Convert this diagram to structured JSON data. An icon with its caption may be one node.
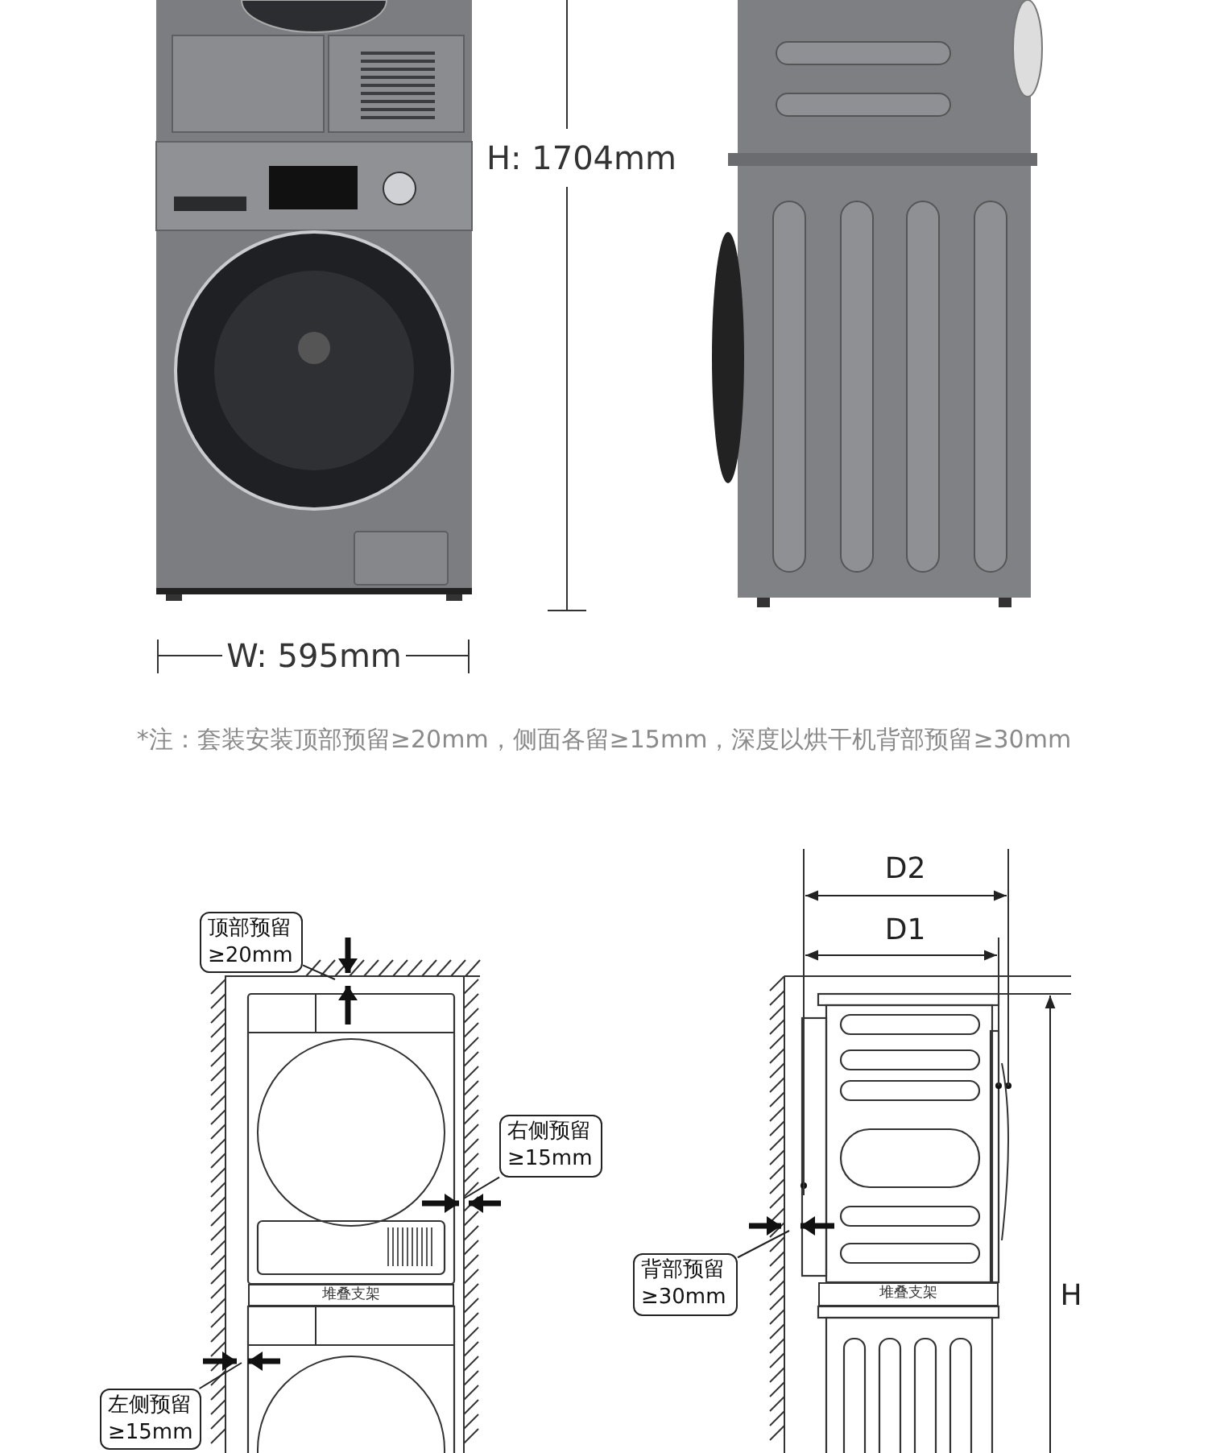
{
  "diagram": {
    "nodes": [
      {
        "text": [
          "顶部预留 ≥20mm"
        ]
      },
      {
        "text": [
          "右侧预留 ≥15mm"
        ]
      },
      {
        "text": [
          "堆叠支架"
        ]
      },
      {
        "text": [
          "左侧预留 ≥15mm"
        ]
      },
      {
        "text": [
          "堆叠支架"
        ]
      },
      {
        "text": [
          "背部预留 ≥30mm"
        ]
      }
    ],
    "edges": [
      {
        "from": 0,
        "to": null,
        "arrow": "none"
      },
      {
        "from": 1,
        "to": null,
        "arrow": "none"
      },
      {
        "from": 3,
        "to": null,
        "arrow": "none"
      },
      {
        "from": 5,
        "to": null,
        "arrow": "none"
      }
    ],
    "labels": [
      "H: 1704mm",
      "W: 595mm",
      "*注：套装安装顶部预留≥20mm，侧面各留≥15mm，深度以烘干机背部预留≥30mm",
      "D2",
      "D1",
      "H"
    ]
  }
}
